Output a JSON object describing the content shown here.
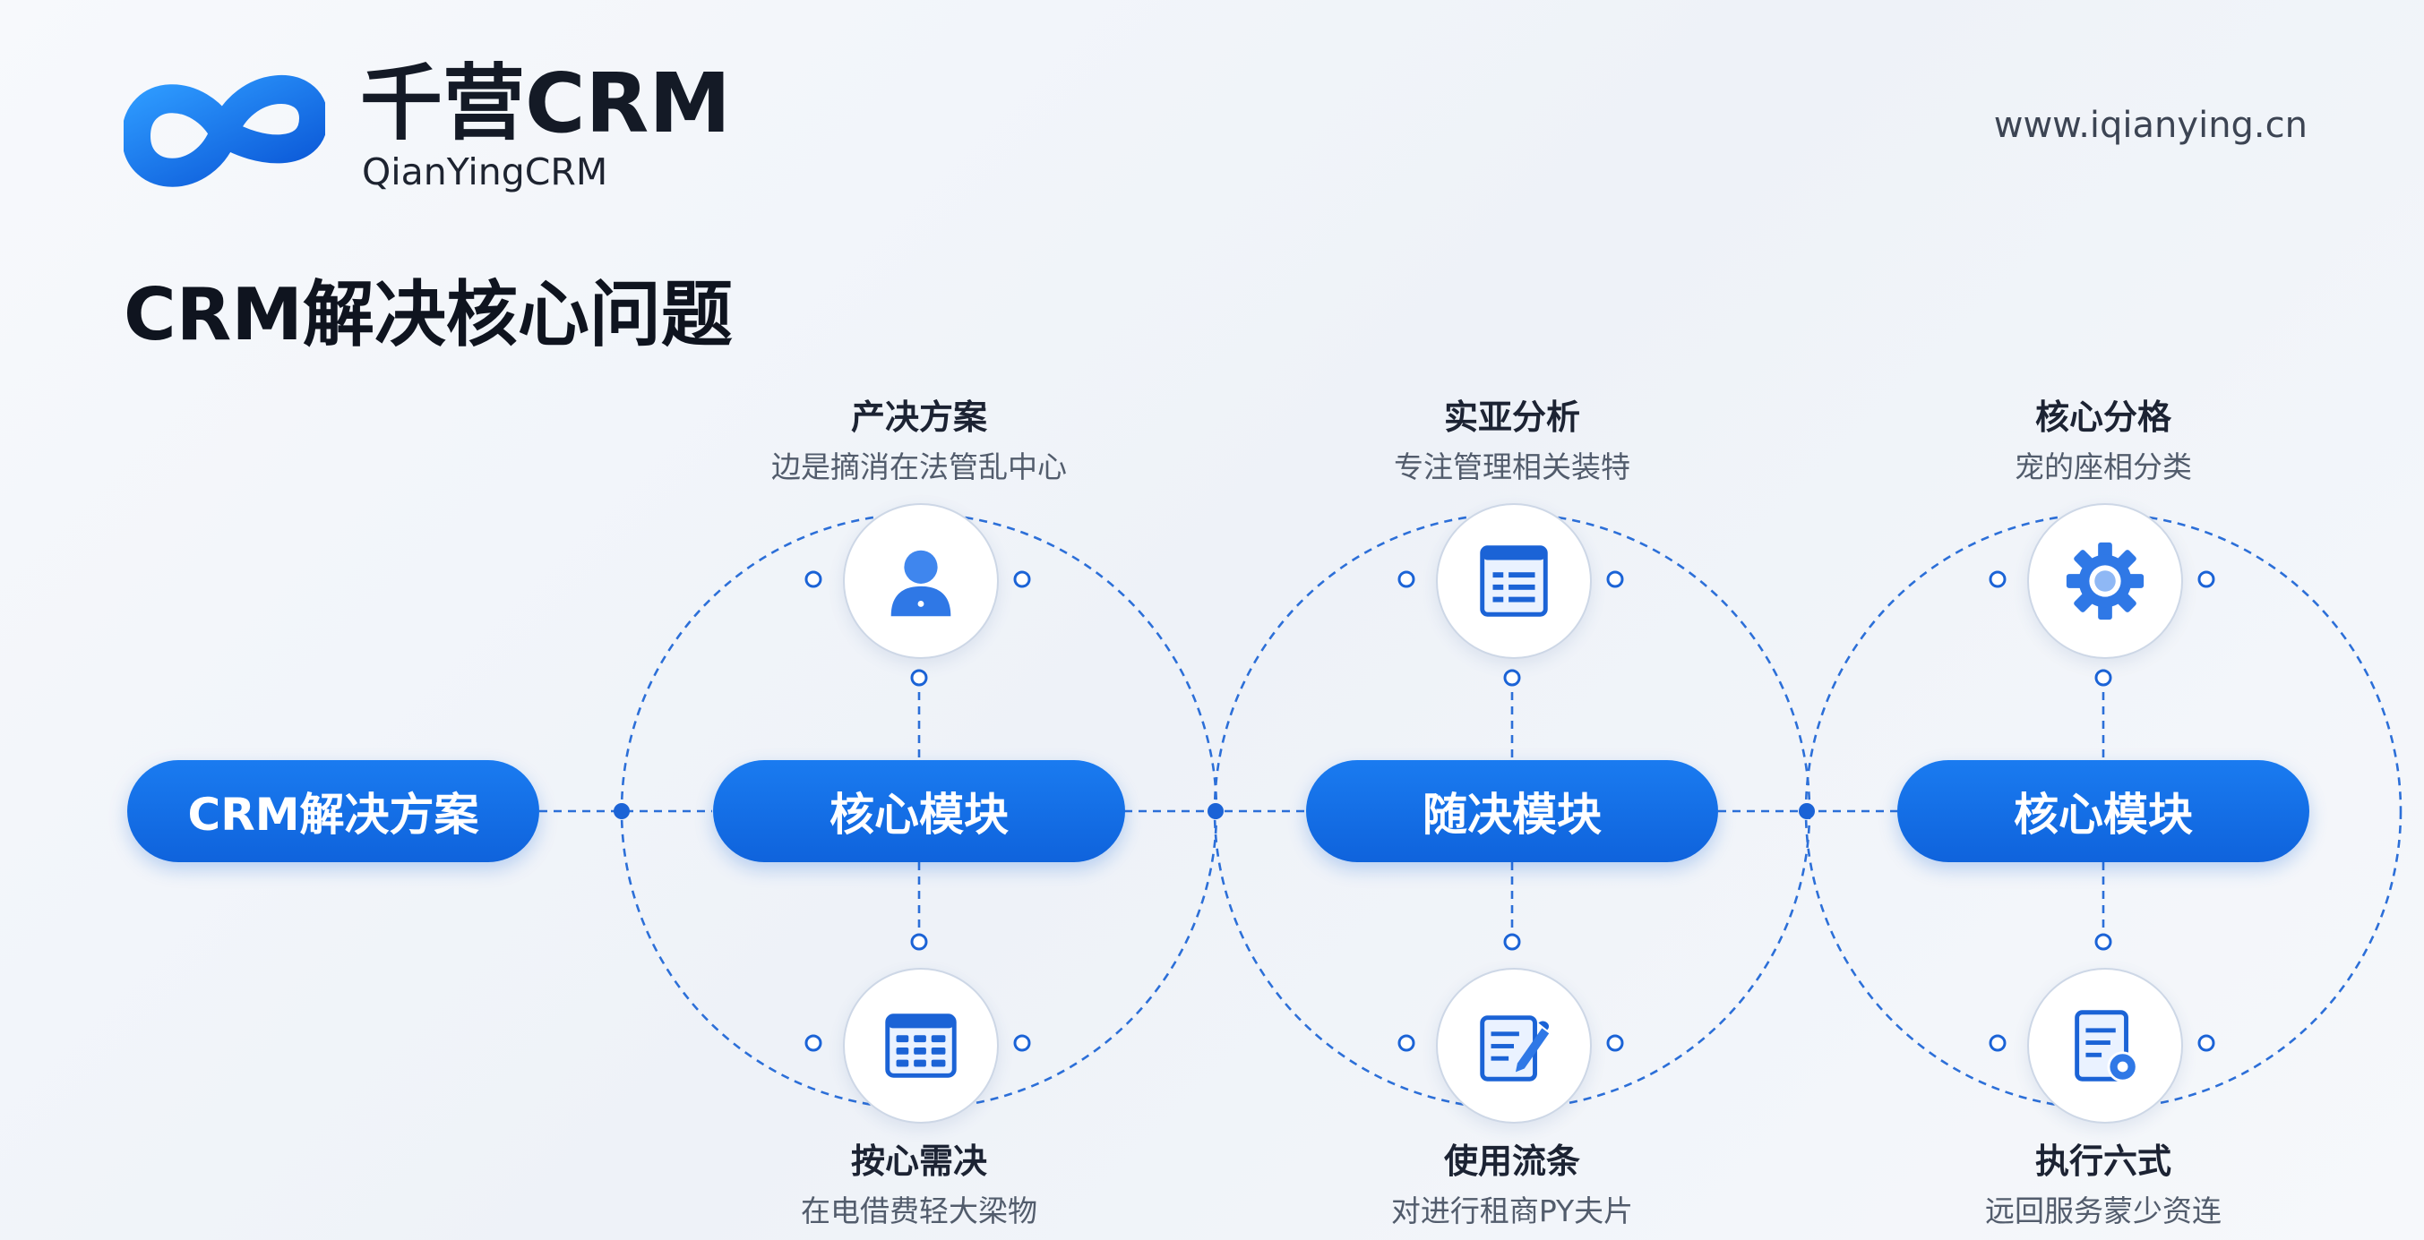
{
  "brand": {
    "name": "千营CRM",
    "subtitle": "QianYingCRM",
    "url": "www.iqianying.cn",
    "accent_color": "#1572ec"
  },
  "page_title": "CRM解决核心问题",
  "nodes": {
    "start": {
      "label": "CRM解决方案"
    },
    "hub1": {
      "label": "核心模块",
      "top": {
        "title": "产决方案",
        "desc": "边是摘消在法管乱中心",
        "icon": "user-icon"
      },
      "bottom": {
        "title": "按心需决",
        "desc": "在电借费轻大梁物",
        "icon": "table-icon"
      }
    },
    "hub2": {
      "label": "随决模块",
      "top": {
        "title": "实亚分析",
        "desc": "专注管理相关装特",
        "icon": "document-list-icon"
      },
      "bottom": {
        "title": "使用流条",
        "desc": "对进行租商PY夫片",
        "icon": "edit-note-icon"
      }
    },
    "hub3": {
      "label": "核心模块",
      "top": {
        "title": "核心分格",
        "desc": "宠的座相分类",
        "icon": "gear-icon"
      },
      "bottom": {
        "title": "执行六式",
        "desc": "远回服务蒙少资连",
        "icon": "report-icon"
      }
    }
  }
}
